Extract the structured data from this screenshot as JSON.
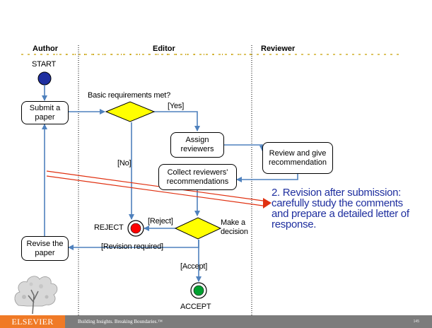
{
  "lanes": {
    "author": "Author",
    "editor": "Editor",
    "reviewer": "Reviewer"
  },
  "nodes": {
    "start": "START",
    "submit_paper": "Submit a\npaper",
    "basic_requirements": "Basic requirements met?",
    "assign_reviewers": "Assign\nreviewers",
    "review_recommend": "Review and give\nrecommendation",
    "collect_recommendations": "Collect reviewers'\nrecommendations",
    "make_decision": "Make a\ndecision",
    "reject": "REJECT",
    "accept": "ACCEPT",
    "revise_paper": "Revise the\npaper"
  },
  "edge_labels": {
    "yes": "[Yes]",
    "no": "[No]",
    "reject": "[Reject]",
    "revision_required": "[Revision required]",
    "accept": "[Accept]"
  },
  "callout": "2. Revision after submission: carefully study the comments and prepare a detailed letter of response.",
  "footer": {
    "brand": "ELSEVIER",
    "tagline": "Building Insights. Breaking Boundaries.™",
    "page_number": "145"
  },
  "colors": {
    "start_node": "#1f2fa0",
    "decision_fill": "#ffff00",
    "flow_arrow": "#4f81bd",
    "highlight_arrow": "#e03010",
    "lane_title_line": "#c8a000",
    "callout_text": "#1f2f9f",
    "reject_fill": "#ff0000",
    "accept_fill": "#00a030",
    "brand_bg": "#f07a26",
    "footer_bg": "#7c7c7c"
  }
}
